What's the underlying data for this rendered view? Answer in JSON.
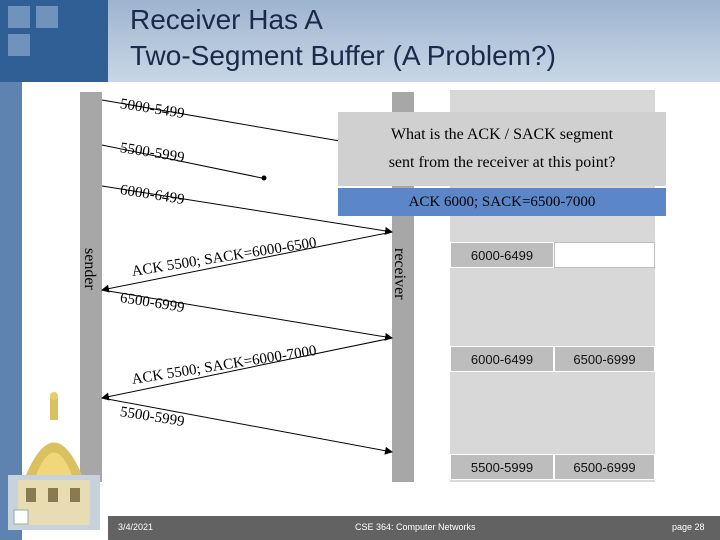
{
  "slide": {
    "title_line1": "Receiver Has A",
    "title_line2": "Two-Segment Buffer (A Problem?)"
  },
  "labels": {
    "sender": "sender",
    "receiver": "receiver"
  },
  "messages": {
    "m1": "5000-5499",
    "m2": "5500-5999",
    "m3": "6000-6499",
    "ack1": "ACK 5500; SACK=6000-6500",
    "m4": "6500-6999",
    "ack2": "ACK 5500; SACK=6000-7000",
    "m5": "5500-5999"
  },
  "callout": {
    "question_line1": "What is the ACK / SACK segment",
    "question_line2": "sent from the receiver at this point?",
    "answer": "ACK 6000; SACK=6500-7000"
  },
  "buffer": {
    "row1_left": "6000-6499",
    "row1_right": "",
    "row2_left": "6000-6499",
    "row2_right": "6500-6999",
    "row3_left": "5500-5999",
    "row3_right": "6500-6999"
  },
  "footer": {
    "date": "3/4/2021",
    "course": "CSE 364: Computer Networks",
    "page": "page 28"
  },
  "colors": {
    "header_band": "#9db4cf",
    "callout_answer": "#5b87c8",
    "timeline_bar": "#a7a7a7",
    "footer": "#626262"
  }
}
